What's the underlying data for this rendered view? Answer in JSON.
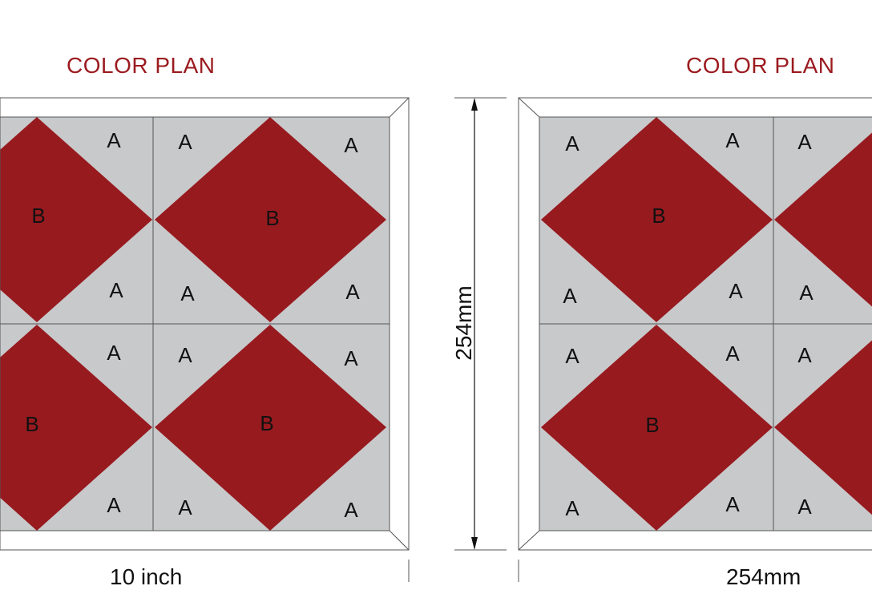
{
  "left_panel": {
    "title": "COLOR PLAN",
    "bottom_dimension": "10 inch"
  },
  "right_panel": {
    "title": "COLOR PLAN",
    "bottom_dimension": "254mm"
  },
  "vertical_dimension": "254mm",
  "colors": {
    "tile_a": "#c8c9cb",
    "tile_b": "#971a1f",
    "title": "#9b1b1f",
    "outline": "#555555",
    "frame": "#ffffff"
  },
  "tile_labels": {
    "light": "A",
    "dark": "B"
  }
}
